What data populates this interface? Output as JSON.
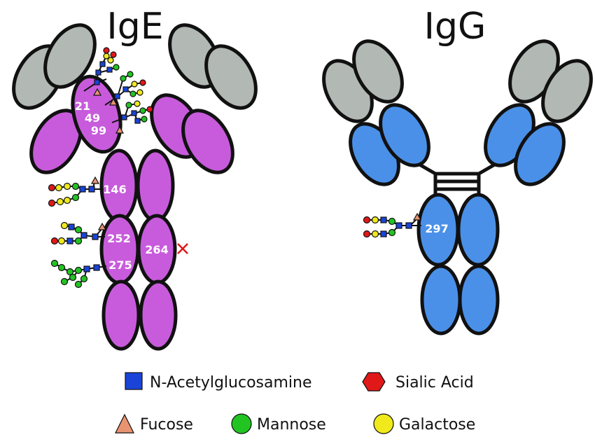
{
  "antibodies": [
    {
      "name": "IgE",
      "sites": [
        "21",
        "49",
        "99",
        "146",
        "252",
        "264",
        "275"
      ]
    },
    {
      "name": "IgG",
      "sites": [
        "297"
      ]
    }
  ],
  "legend": {
    "glcnac": "N-Acetylglucosamine",
    "sialic": "Sialic Acid",
    "fucose": "Fucose",
    "mannose": "Mannose",
    "galactose": "Galactose"
  },
  "colors": {
    "ige_domain": "#C85BDC",
    "igg_domain": "#4A90E8",
    "light_chain": "#B2B8B4",
    "outline": "#111111",
    "glcnac": "#1A44D8",
    "sialic": "#E01818",
    "fucose": "#E99370",
    "mannose": "#22C422",
    "galactose": "#F0EA1C",
    "site_275": "#FFD21F",
    "missing_mark": "#E01818"
  }
}
